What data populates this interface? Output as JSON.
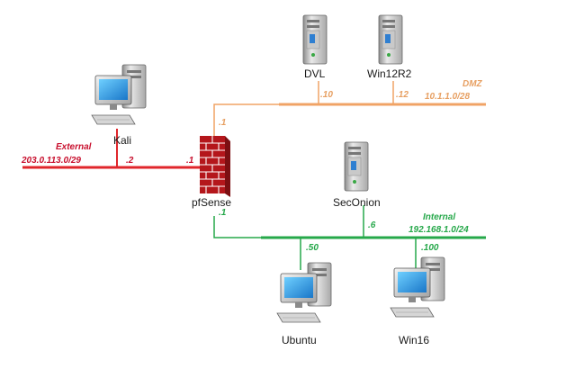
{
  "colors": {
    "external": "#e0262b",
    "dmz": "#f0a365",
    "internal": "#26a84a",
    "dmz_text": "#e7a063",
    "internal_text": "#26a84a",
    "external_text": "#c8102e"
  },
  "hosts": {
    "kali": {
      "label": "Kali",
      "icon": "desktop-computer-icon"
    },
    "pfsense": {
      "label": "pfSense",
      "icon": "firewall-icon"
    },
    "dvl": {
      "label": "DVL",
      "icon": "server-icon"
    },
    "win12r2": {
      "label": "Win12R2",
      "icon": "server-icon"
    },
    "seconion": {
      "label": "SecOnion",
      "icon": "server-icon"
    },
    "ubuntu": {
      "label": "Ubuntu",
      "icon": "desktop-computer-icon"
    },
    "win16": {
      "label": "Win16",
      "icon": "desktop-computer-icon"
    }
  },
  "networks": {
    "external": {
      "name": "External",
      "cidr": "203.0.113.0/29"
    },
    "dmz": {
      "name": "DMZ",
      "cidr": "10.1.1.0/28"
    },
    "internal": {
      "name": "Internal",
      "cidr": "192.168.1.0/24"
    }
  },
  "ips": {
    "kali": ".2",
    "pf_external": ".1",
    "pf_dmz": ".1",
    "pf_internal": ".1",
    "dvl": ".10",
    "win12r2": ".12",
    "seconion": ".6",
    "ubuntu": ".50",
    "win16": ".100"
  }
}
